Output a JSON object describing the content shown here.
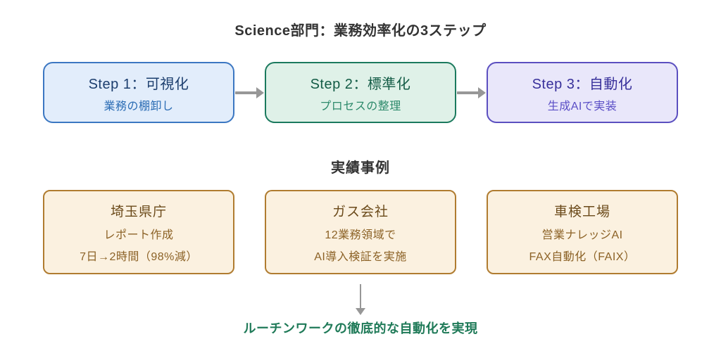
{
  "title": "Science部門：業務効率化の3ステップ",
  "steps": [
    {
      "title": "Step 1：可視化",
      "subtitle": "業務の棚卸し",
      "fill": "#e2edfb",
      "border": "#3b77c2",
      "title_color": "#1c3e6e",
      "subtitle_color": "#2a6cb4"
    },
    {
      "title": "Step 2：標準化",
      "subtitle": "プロセスの整理",
      "fill": "#dff1e8",
      "border": "#1b7a5e",
      "title_color": "#135c46",
      "subtitle_color": "#2d8a6b"
    },
    {
      "title": "Step 3：自動化",
      "subtitle": "生成AIで実装",
      "fill": "#e9e7fa",
      "border": "#5b4fc0",
      "title_color": "#38309b",
      "subtitle_color": "#5a4ec6"
    }
  ],
  "section_heading": "実績事例",
  "cases": [
    {
      "title": "埼玉県庁",
      "line1": "レポート作成",
      "line2": "7日→2時間（98%減）"
    },
    {
      "title": "ガス会社",
      "line1": "12業務領域で",
      "line2": "AI導入検証を実施"
    },
    {
      "title": "車検工場",
      "line1": "営業ナレッジAI",
      "line2": "FAX自動化（FAIX）"
    }
  ],
  "conclusion": "ルーチンワークの徹底的な自動化を実現",
  "colors": {
    "background": "#ffffff",
    "heading_text": "#333333",
    "case_fill": "#fbf1e0",
    "case_border": "#b07c30",
    "case_title_text": "#6b4a1a",
    "case_body_text": "#8c6226",
    "arrow": "#979797",
    "conclusion_text": "#1f7a58"
  }
}
